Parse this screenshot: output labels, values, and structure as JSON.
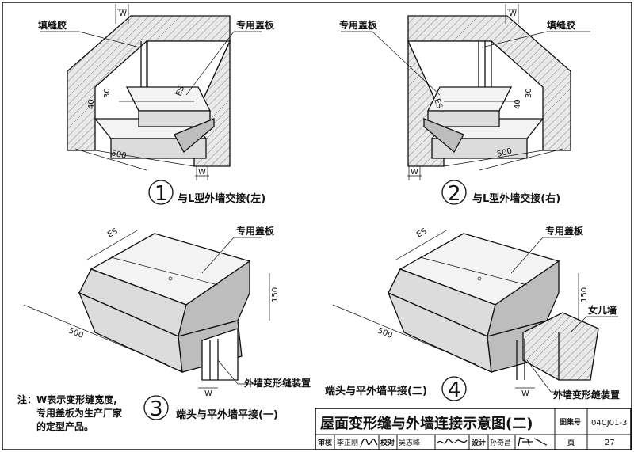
{
  "labels": {
    "filler": "填缝胶",
    "cover_plate": "专用盖板",
    "expansion_device": "外墙变形缝装置",
    "parapet": "女儿墙"
  },
  "captions": [
    {
      "number": "1",
      "text": "与L型外墙交接(左)"
    },
    {
      "number": "2",
      "text": "与L型外墙交接(右)"
    },
    {
      "number": "3",
      "text": "端头与平外墙平接(一)"
    },
    {
      "number": "4",
      "text": "端头与平外墙平接(二)"
    }
  ],
  "dimensions": {
    "w": "W",
    "d40": "40",
    "d30": "30",
    "d500": "500",
    "d150": "150",
    "es": "ES"
  },
  "note": {
    "line1": "注：W表示变形缝宽度,",
    "line2": "专用盖板为生产厂家",
    "line3": "的定型产品。"
  },
  "title_block": {
    "title": "屋面变形缝与外墙连接示意图(二)",
    "atlas_label": "图集号",
    "atlas_value": "04CJ01-3",
    "page_label": "页",
    "page_value": "27",
    "reviewer_label": "审核",
    "reviewer_name": "李正刚",
    "checker_label": "校对",
    "checker_name": "吴志峰",
    "designer_label": "设计",
    "designer_name": "孙奇昌"
  }
}
